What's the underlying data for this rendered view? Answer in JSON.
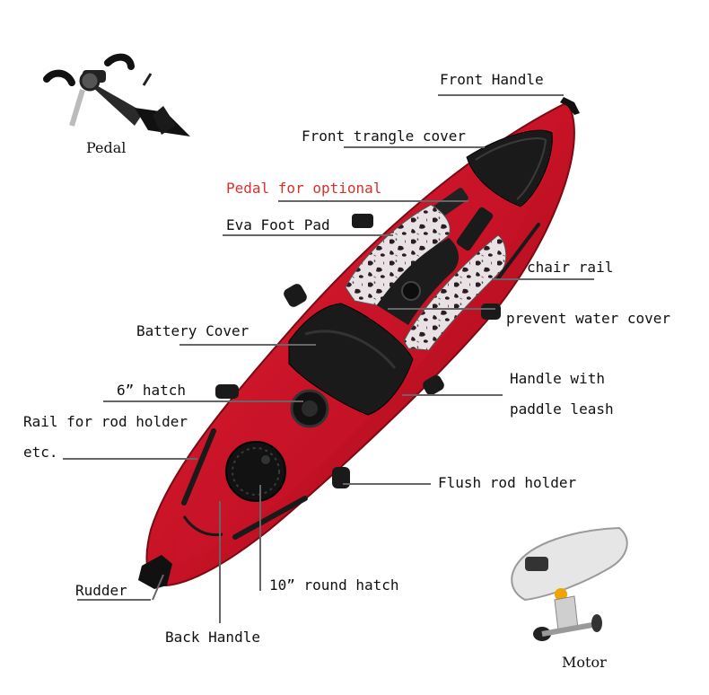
{
  "labels": {
    "front_handle": "Front Handle",
    "front_triangle_cover": "Front trangle cover",
    "pedal_optional": "Pedal for optional",
    "eva_foot_pad": "Eva Foot Pad",
    "chair_rail": "chair rail",
    "prevent_water_cover": "prevent water cover",
    "battery_cover": "Battery Cover",
    "hatch_6": "6”  hatch",
    "handle_leash_line1": "Handle with",
    "handle_leash_line2": "paddle leash",
    "rail_rod_line1": "Rail for rod holder",
    "rail_rod_line2": "etc.",
    "flush_rod_holder": "Flush rod holder",
    "rudder": "Rudder",
    "round_hatch_10": "10” round hatch",
    "back_handle": "Back Handle"
  },
  "inset_captions": {
    "pedal": "Pedal",
    "motor": "Motor"
  },
  "colors": {
    "hull": "#d2182a",
    "hull_dark": "#8e0d18",
    "accessory": "#1a1a1a",
    "leader": "#666666",
    "highlight_label": "#d9302c",
    "camo_light": "#e8e2e4",
    "camo_dark": "#2a1c22"
  }
}
